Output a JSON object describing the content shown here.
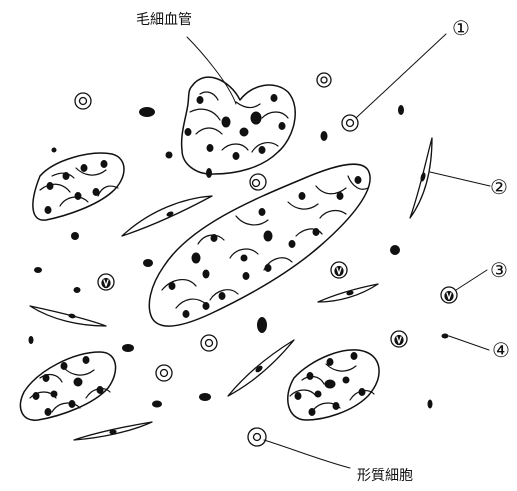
{
  "labels": {
    "capillary": "毛細血管",
    "stromal_cell": "形質細胞",
    "marker_1": "①",
    "marker_2": "②",
    "marker_3": "③",
    "marker_4": "④"
  },
  "colors": {
    "ink": "#111111",
    "background": "#ffffff"
  }
}
